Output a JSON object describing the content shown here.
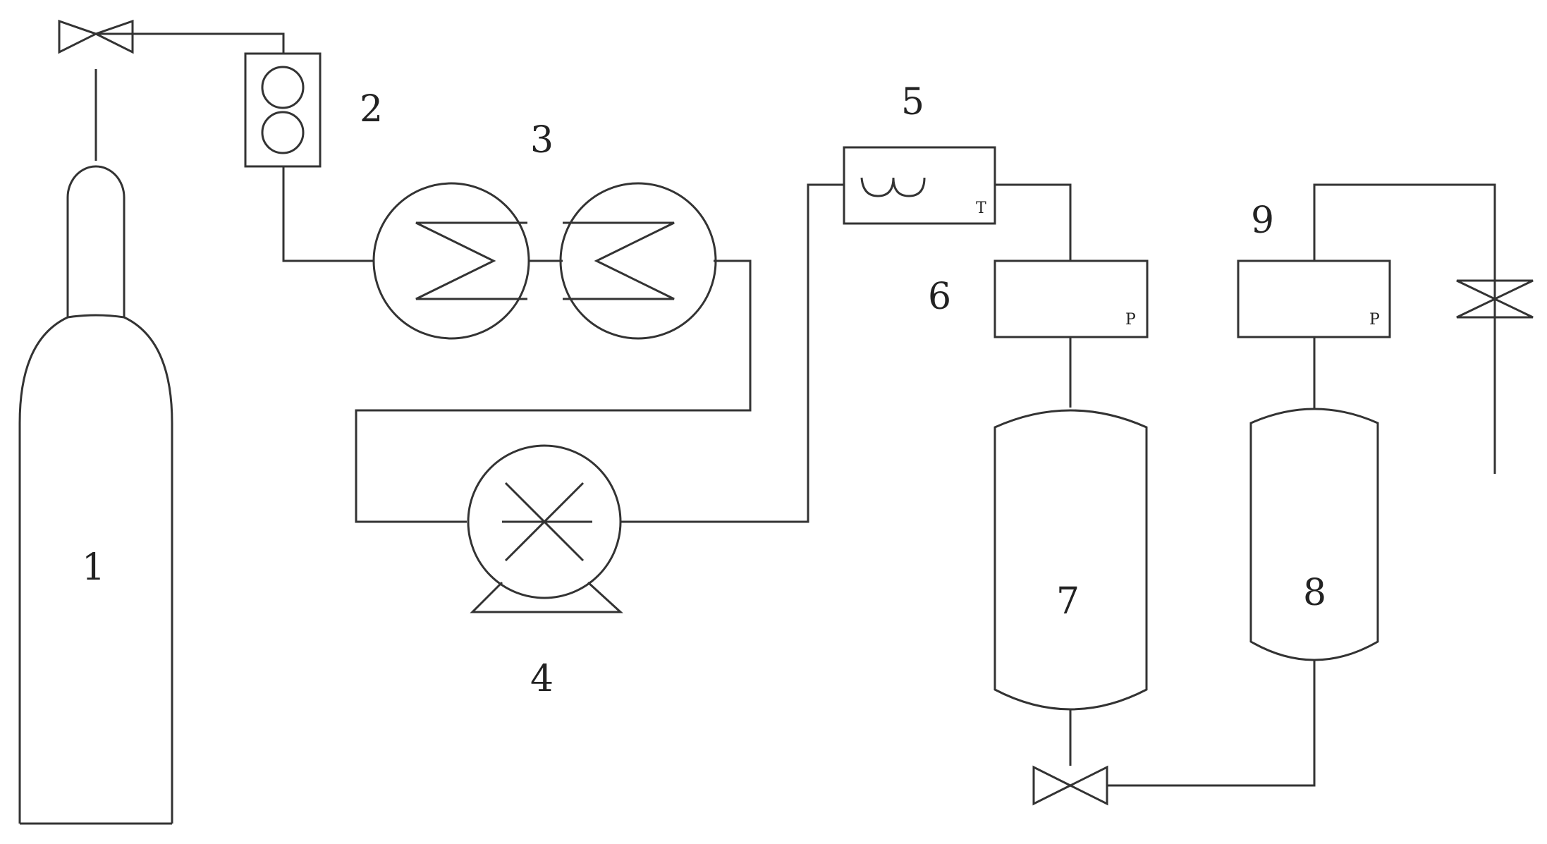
{
  "labels": {
    "n1": "1",
    "n2": "2",
    "n3": "3",
    "n4": "4",
    "n5": "5",
    "n6": "6",
    "n7": "7",
    "n8": "8",
    "n9": "9",
    "temp_marker": "T",
    "pressure_marker_6": "P",
    "pressure_marker_9": "P"
  },
  "colors": {
    "stroke": "#333333",
    "background": "#ffffff"
  }
}
